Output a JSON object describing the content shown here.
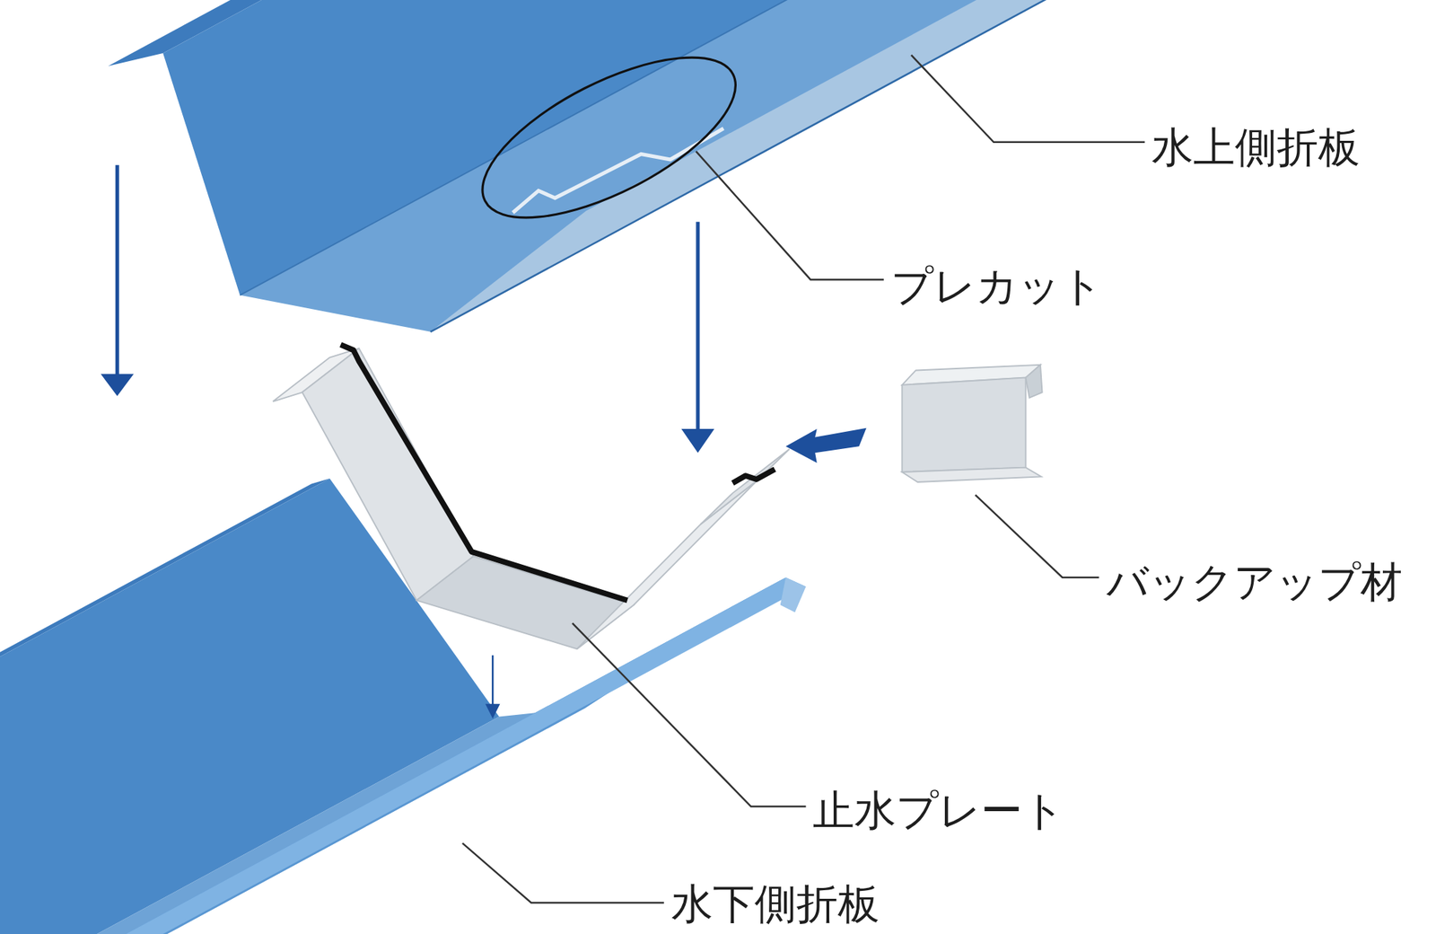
{
  "diagram": {
    "labels": [
      "水上側折板",
      "プレカット",
      "バックアップ材",
      "止水プレート",
      "水下側折板"
    ]
  }
}
